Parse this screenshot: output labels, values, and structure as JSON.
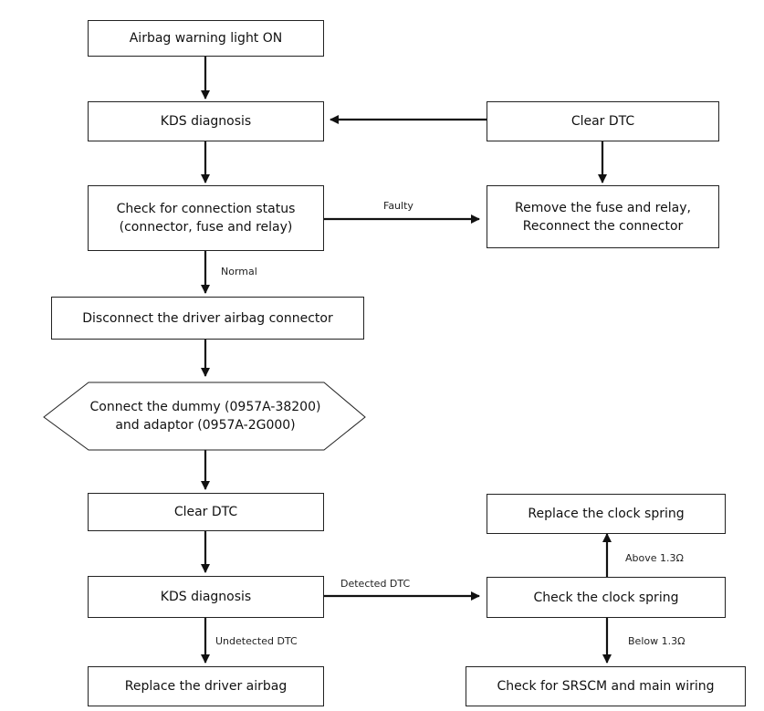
{
  "nodes": {
    "airbag_warning_light": "Airbag warning light ON",
    "kds_diagnosis_1": "KDS diagnosis",
    "clear_dtc_1": "Clear DTC",
    "check_connection": "Check for connection status\n(connector, fuse and relay)",
    "remove_fuse_relay": "Remove the fuse and relay,\nReconnect the connector",
    "disconnect_driver_connector": "Disconnect the driver airbag connector",
    "connect_dummy": "Connect the dummy (0957A-38200)\nand adaptor (0957A-2G000)",
    "clear_dtc_2": "Clear DTC",
    "replace_clock_spring": "Replace the clock spring",
    "kds_diagnosis_2": "KDS diagnosis",
    "check_clock_spring": "Check the clock spring",
    "replace_driver_airbag": "Replace the driver airbag",
    "check_srscm": "Check for SRSCM and main wiring"
  },
  "edge_labels": {
    "faulty": "Faulty",
    "normal": "Normal",
    "detected_dtc": "Detected DTC",
    "undetected_dtc": "Undetected DTC",
    "above": "Above 1.3Ω",
    "below": "Below 1.3Ω"
  }
}
